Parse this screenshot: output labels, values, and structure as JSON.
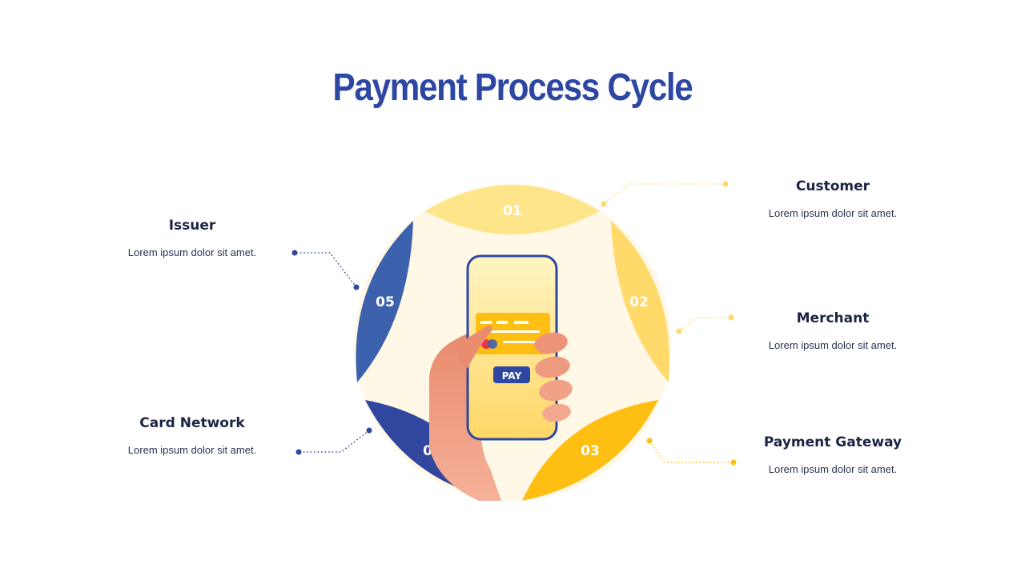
{
  "title": "Payment Process Cycle",
  "phone": {
    "pay_label": "PAY"
  },
  "segments": [
    {
      "num": "01",
      "color": "#ffe58a"
    },
    {
      "num": "02",
      "color": "#ffd96a"
    },
    {
      "num": "03",
      "color": "#ffbe12"
    },
    {
      "num": "04",
      "color": "#31469e"
    },
    {
      "num": "05",
      "color": "#3d62ad"
    }
  ],
  "steps": {
    "customer": {
      "title": "Customer",
      "desc": "Lorem ipsum dolor sit amet."
    },
    "merchant": {
      "title": "Merchant",
      "desc": "Lorem ipsum dolor sit amet."
    },
    "gateway": {
      "title": "Payment Gateway",
      "desc": "Lorem ipsum dolor sit amet."
    },
    "network": {
      "title": "Card Network",
      "desc": "Lorem ipsum dolor sit amet."
    },
    "issuer": {
      "title": "Issuer",
      "desc": "Lorem ipsum dolor sit amet."
    }
  },
  "colors": {
    "title": "#2d47a3",
    "background_circle": "#fff8e6",
    "phone_frame": "#2d47a3",
    "hand": "#ef9a7c"
  }
}
